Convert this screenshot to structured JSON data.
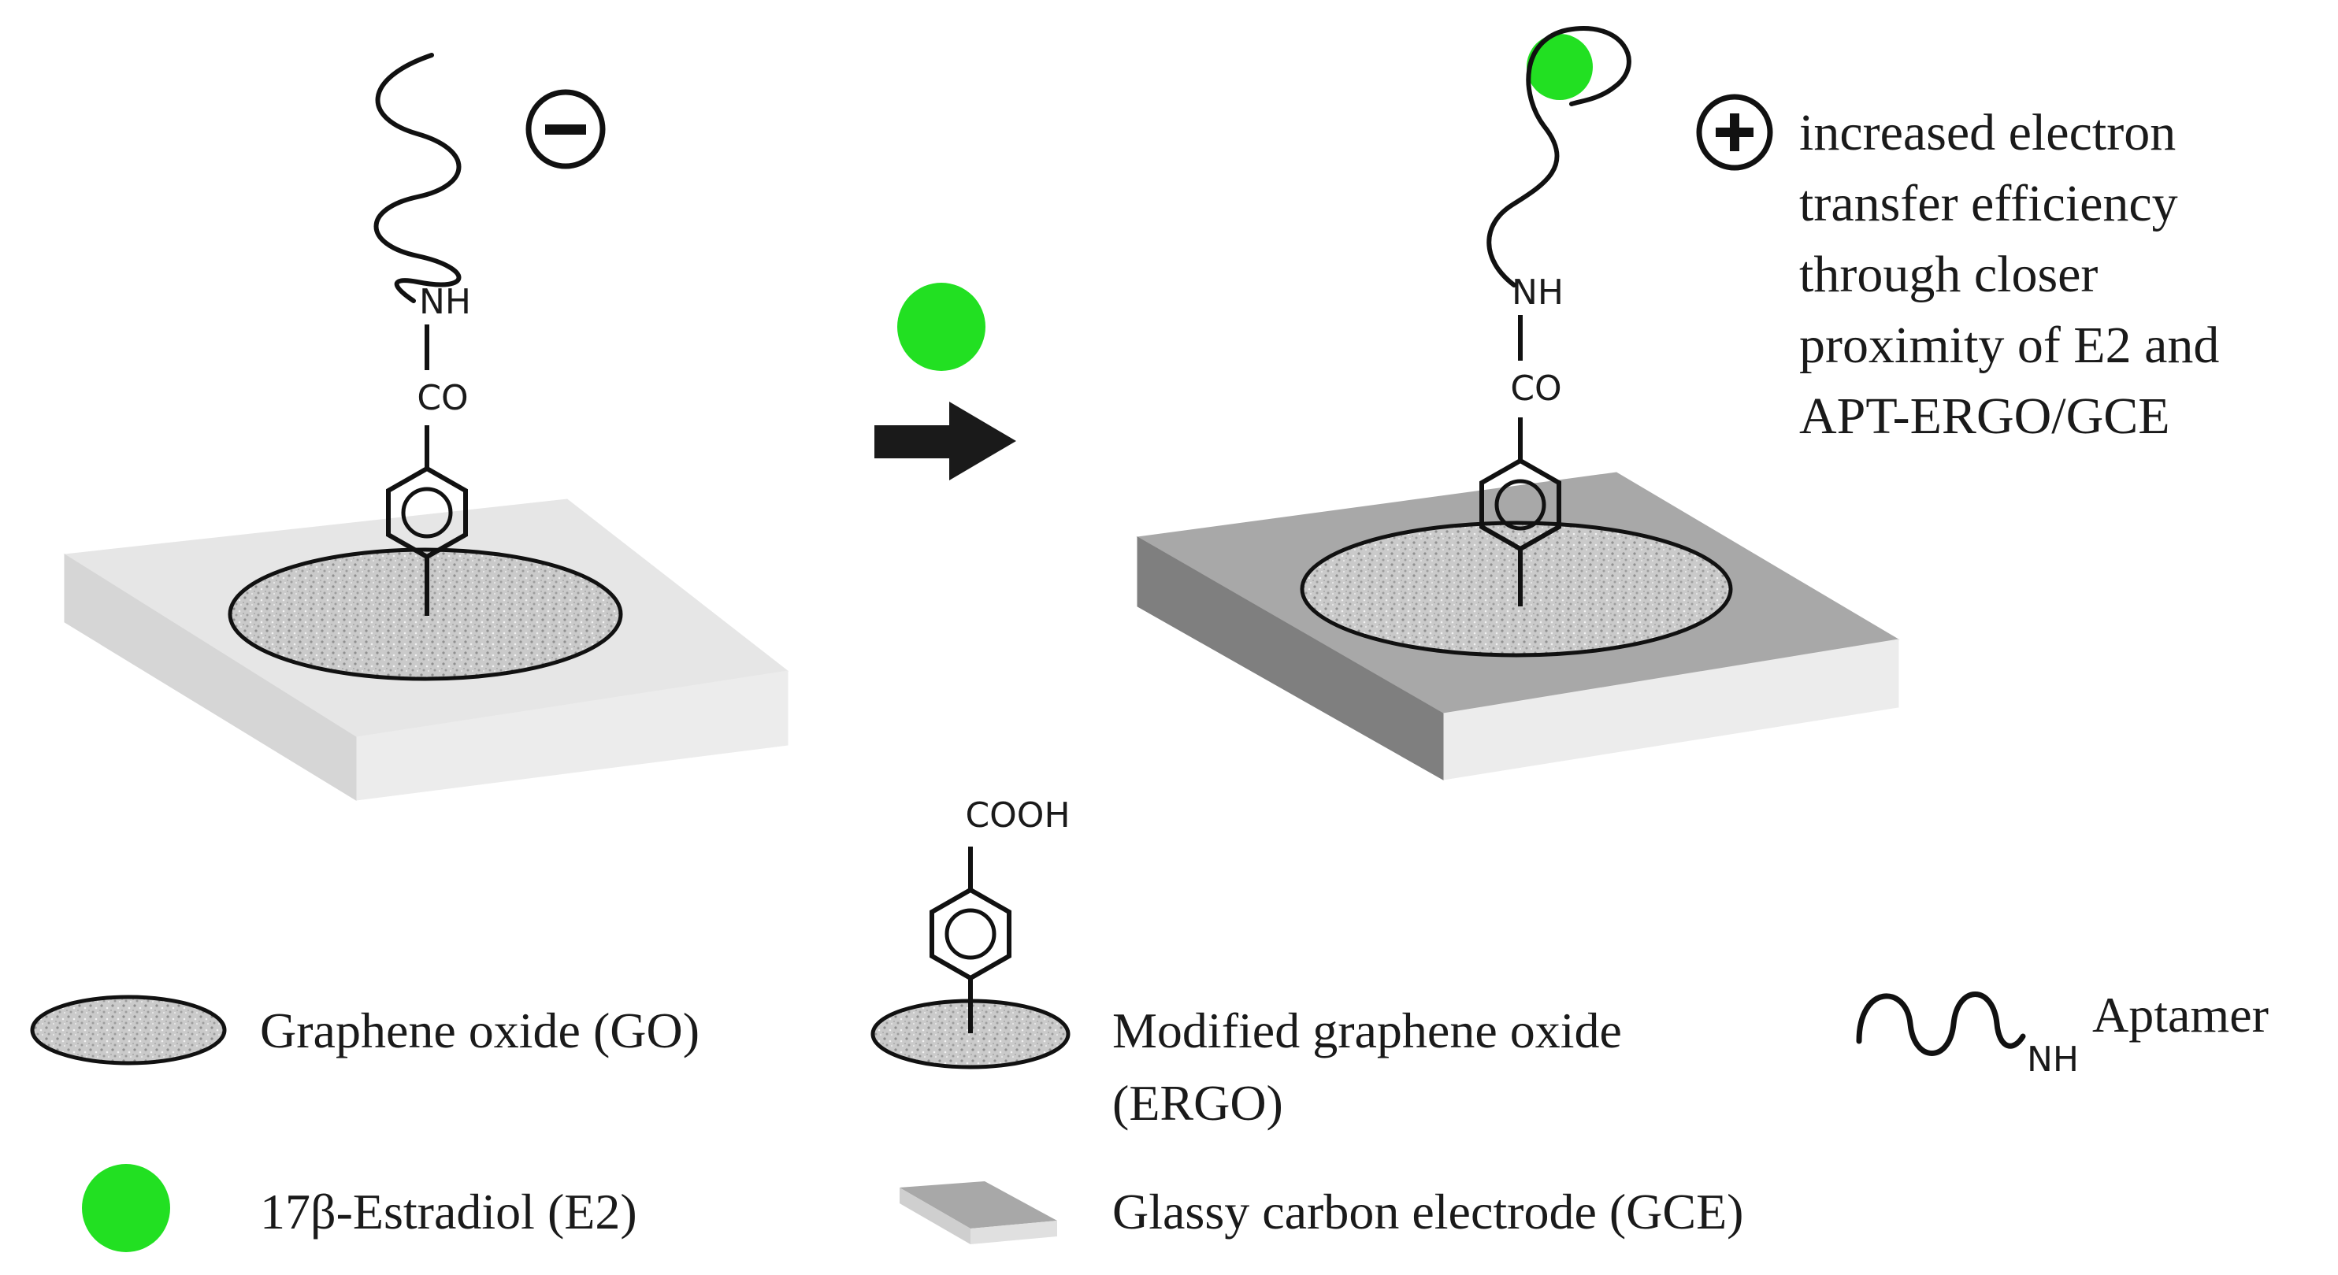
{
  "left_panel": {
    "charge_sign": "−",
    "amide_nh": "NH",
    "amide_co": "CO"
  },
  "right_panel": {
    "charge_sign": "+",
    "amide_nh": "NH",
    "amide_co": "CO",
    "description_lines": [
      "increased electron",
      "transfer efficiency",
      "through closer",
      "proximity of E2 and",
      "APT-ERGO/GCE"
    ]
  },
  "legend": {
    "cooh_group": "COOH",
    "go_label": "Graphene oxide (GO)",
    "ergo_label_line1": "Modified graphene oxide",
    "ergo_label_line2": "(ERGO)",
    "aptamer_nh": "NH",
    "aptamer_label": "Aptamer",
    "e2_label": "17β-Estradiol (E2)",
    "gce_label": "Glassy carbon electrode (GCE)"
  },
  "colors": {
    "e2_green": "#22e022",
    "gce_light_top": "#e6e6e6",
    "gce_dark_top": "#a8a8a8",
    "graphene_fill": "#c8c8c8",
    "arrow": "#1a1a1a"
  }
}
